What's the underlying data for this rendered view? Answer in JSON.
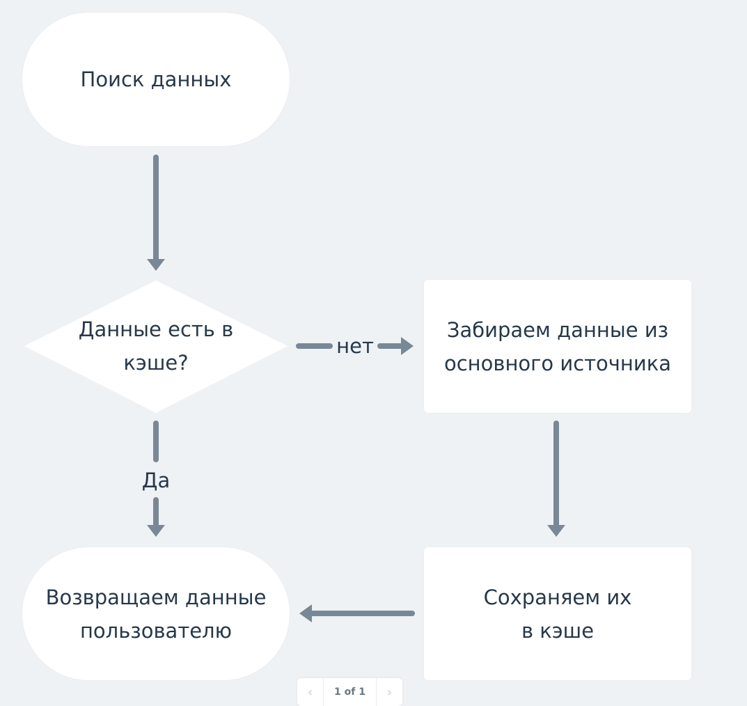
{
  "nodes": {
    "start": "Поиск данных",
    "decision": "Данные есть в кэше?",
    "fetch": "Забираем данные из основного источника",
    "save": "Сохраняем их в кэше",
    "return": "Возвращаем данные пользователю"
  },
  "edges": {
    "no_label": "нет",
    "yes_label": "Да"
  },
  "pager": {
    "prev": "‹",
    "page": "1 of 1",
    "next": "›"
  },
  "colors": {
    "arrow": "#798896",
    "background": "#eff2f5",
    "text": "#27384a"
  }
}
